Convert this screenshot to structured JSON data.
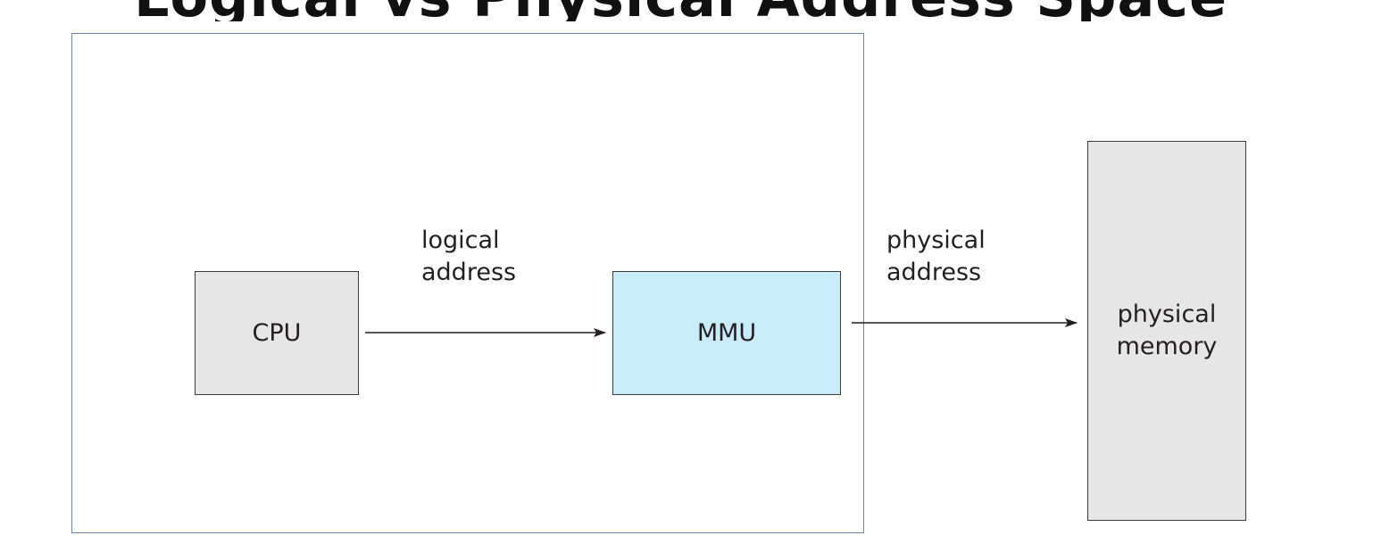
{
  "title_fragment": "Logical vs Physical Address Space",
  "cpu": {
    "label": "CPU"
  },
  "mmu": {
    "label": "MMU"
  },
  "memory": {
    "line1": "physical",
    "line2": "memory"
  },
  "logical_address": {
    "line1": "logical",
    "line2": "address"
  },
  "physical_address": {
    "line1": "physical",
    "line2": "address"
  },
  "colors": {
    "cpu_fill": "#e6e6e6",
    "mmu_fill": "#c9ecfb",
    "memory_fill": "#e6e6e6",
    "container_border": "#6b86a3"
  }
}
